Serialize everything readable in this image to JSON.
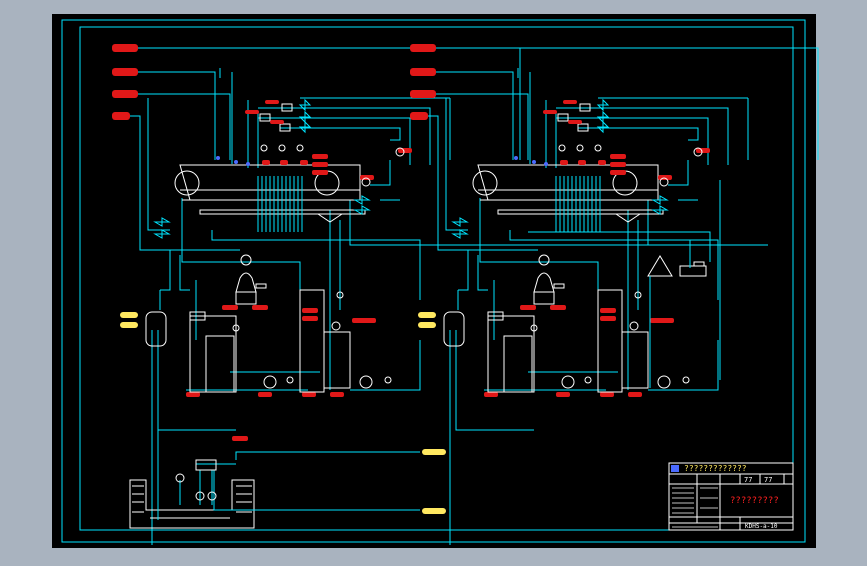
{
  "colors": {
    "window_bg": "#a9b3bf",
    "canvas_bg": "#000000",
    "pipe": "#00e5ff",
    "equipment": "#ffffff",
    "tag": "#ff2020",
    "tag_fill": "#e01818",
    "label_yellow": "#ffe860",
    "label_blue": "#4b6bff",
    "border": "#00e5ff"
  },
  "title_block": {
    "sheet_number": "77",
    "revision": "77",
    "drawing_title": "?????????",
    "drawing_code": "KDHS-a-10",
    "header_marks": "?????????????"
  }
}
